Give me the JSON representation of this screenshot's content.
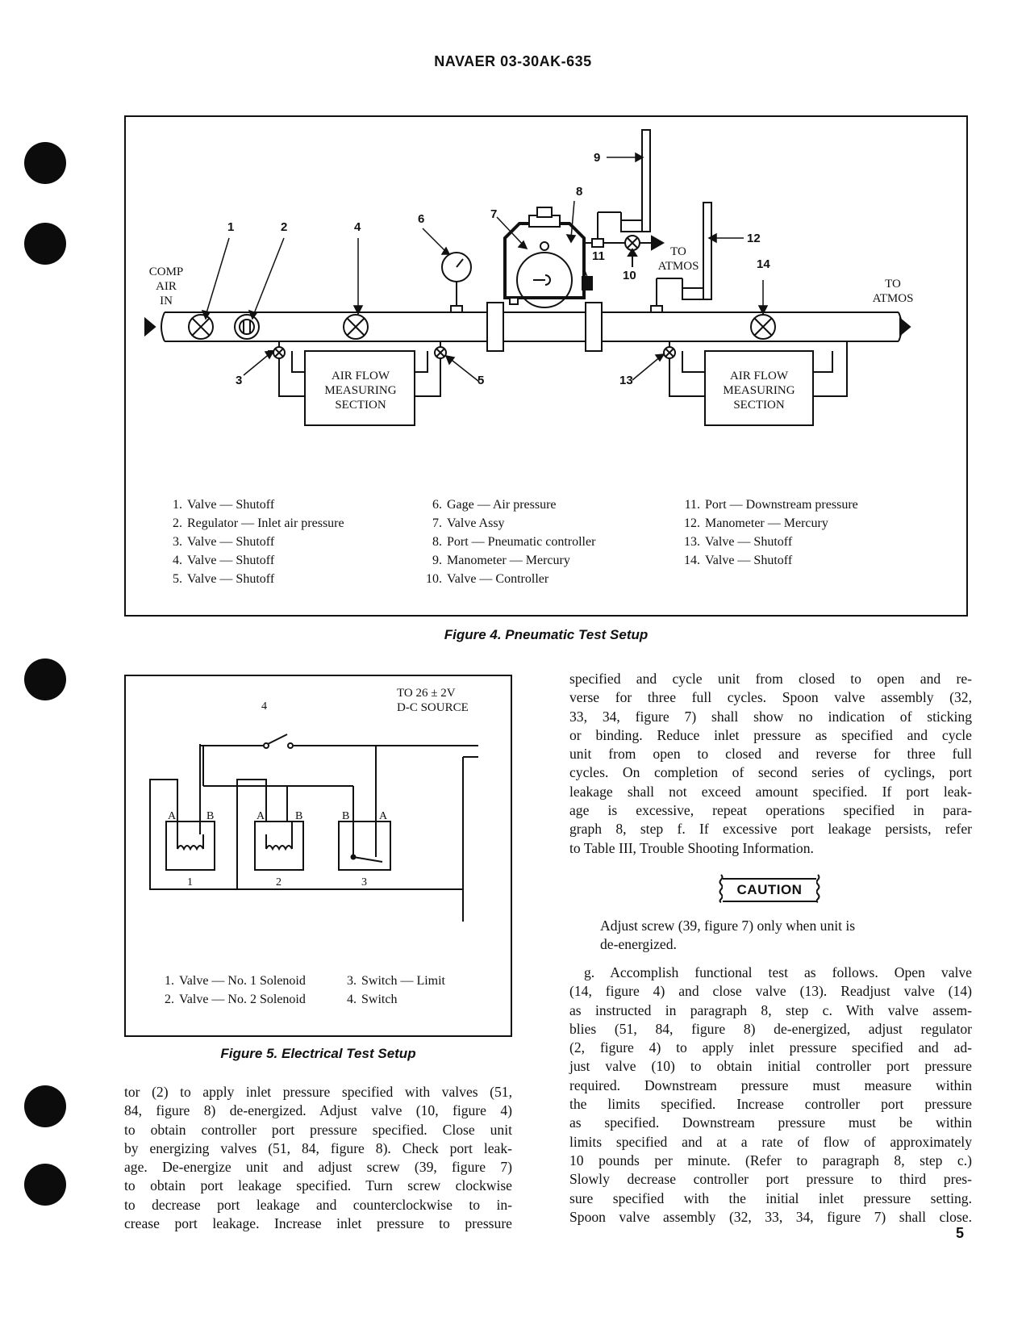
{
  "header": {
    "doc_number": "NAVAER 03-30AK-635"
  },
  "figure4": {
    "caption": "Figure 4.  Pneumatic Test Setup",
    "labels": {
      "comp_air_in": [
        "COMP",
        "AIR",
        "IN"
      ],
      "to_atmos_right": [
        "TO",
        "ATMOS"
      ],
      "to_atmos_mid": [
        "TO",
        "ATMOS"
      ],
      "air_flow_section": [
        "AIR FLOW",
        "MEASURING",
        "SECTION"
      ],
      "callouts": [
        "1",
        "2",
        "3",
        "4",
        "5",
        "6",
        "7",
        "8",
        "9",
        "10",
        "11",
        "12",
        "13",
        "14"
      ]
    },
    "legend_col1": [
      {
        "n": "1.",
        "text": "Valve — Shutoff"
      },
      {
        "n": "2.",
        "text": "Regulator — Inlet air pressure"
      },
      {
        "n": "3.",
        "text": "Valve — Shutoff"
      },
      {
        "n": "4.",
        "text": "Valve — Shutoff"
      },
      {
        "n": "5.",
        "text": "Valve — Shutoff"
      }
    ],
    "legend_col2": [
      {
        "n": "6.",
        "text": "Gage — Air pressure"
      },
      {
        "n": "7.",
        "text": "Valve Assy"
      },
      {
        "n": "8.",
        "text": "Port — Pneumatic controller"
      },
      {
        "n": "9.",
        "text": "Manometer — Mercury"
      },
      {
        "n": "10.",
        "text": "Valve — Controller"
      }
    ],
    "legend_col3": [
      {
        "n": "11.",
        "text": "Port — Downstream pressure"
      },
      {
        "n": "12.",
        "text": "Manometer — Mercury"
      },
      {
        "n": "13.",
        "text": "Valve — Shutoff"
      },
      {
        "n": "14.",
        "text": "Valve — Shutoff"
      }
    ]
  },
  "figure5": {
    "caption": "Figure 5.  Electrical Test Setup",
    "labels": {
      "source": [
        "TO 26 ± 2V",
        "D-C SOURCE"
      ],
      "switch_no": "4",
      "a": "A",
      "b": "B",
      "unit1": "1",
      "unit2": "2",
      "unit3": "3"
    },
    "legend": [
      {
        "n": "1.",
        "text": "Valve — No. 1 Solenoid"
      },
      {
        "n": "2.",
        "text": "Valve — No. 2 Solenoid"
      },
      {
        "n": "3.",
        "text": "Switch — Limit"
      },
      {
        "n": "4.",
        "text": "Switch"
      }
    ]
  },
  "left_column": [
    "tor (2) to apply inlet pressure specified with valves (51,",
    "84, figure 8) de-energized. Adjust valve (10, figure 4)",
    "to obtain controller port pressure specified. Close unit",
    "by energizing valves (51, 84, figure 8). Check port leak-",
    "age. De-energize unit and adjust screw (39, figure 7)",
    "to obtain port leakage specified. Turn screw clockwise",
    "to decrease port leakage and counterclockwise to in-",
    "crease port leakage. Increase inlet pressure to pressure"
  ],
  "right_column_top": [
    "specified and cycle unit from closed to open and re-",
    "verse for three full cycles. Spoon valve assembly (32,",
    "33, 34, figure 7) shall show no indication of sticking",
    "or binding. Reduce inlet pressure as specified and cycle",
    "unit from open to closed and reverse for three full",
    "cycles. On completion of second series of cyclings, port",
    "leakage shall not exceed amount specified. If port leak-",
    "age is excessive, repeat operations specified in para-",
    "graph 8, step f. If excessive port leakage persists, refer"
  ],
  "right_column_top_last": "to Table III, Trouble Shooting Information.",
  "caution": {
    "label": "CAUTION",
    "text_line1": "Adjust screw (39, figure 7) only when unit is",
    "text_line2": "de-energized."
  },
  "right_column_bottom": [
    "g.  Accomplish functional test as follows. Open valve",
    "(14, figure 4) and close valve (13). Readjust valve (14)",
    "as instructed in paragraph 8, step c. With valve assem-",
    "blies (51, 84, figure 8) de-energized, adjust regulator",
    "(2, figure 4) to apply inlet pressure specified and ad-",
    "just valve (10) to obtain initial controller port pressure",
    "required. Downstream pressure must measure within",
    "the limits specified. Increase controller port pressure",
    "as specified. Downstream pressure must be within",
    "limits specified and at a rate of flow of approximately",
    "10 pounds per minute. (Refer to paragraph 8, step c.)",
    "Slowly decrease controller port pressure to third pres-",
    "sure specified with the initial inlet pressure setting.",
    "Spoon valve assembly (32, 33, 34, figure 7) shall close."
  ],
  "page_number": "5"
}
